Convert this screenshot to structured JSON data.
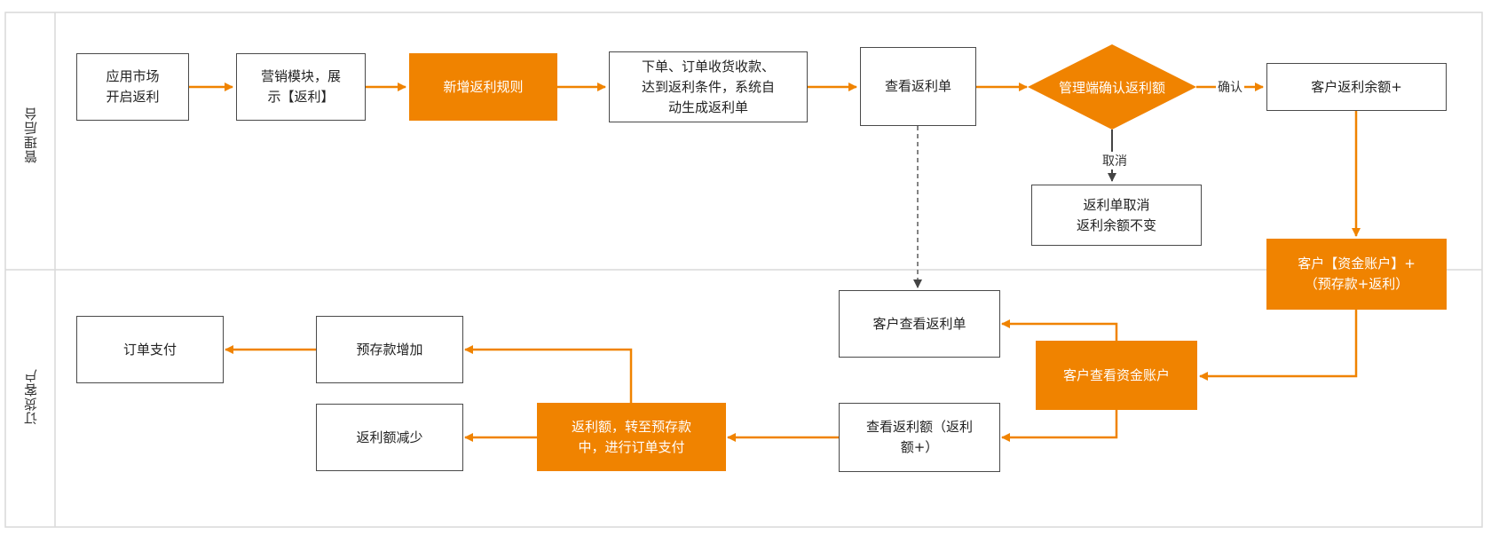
{
  "lanes": {
    "admin": "管理后台",
    "customer": "订货客户"
  },
  "nodes": {
    "n1": "应用市场\n开启返利",
    "n2": "营销模块，展\n示【返利】",
    "n3": "新增返利规则",
    "n4": "下单、订单收货收款、\n达到返利条件，系统自\n动生成返利单",
    "n5": "查看返利单",
    "n6": "管理端确认返利额",
    "n7": "客户返利余额+",
    "n8": "返利单取消\n返利余额不变",
    "n9": "客户【资金账户】+\n（预存款+返利）",
    "n10": "客户查看返利单",
    "n11": "客户查看资金账户",
    "n12": "查看返利额（返利\n额+）",
    "n13": "返利额，转至预存款\n中，进行订单支付",
    "n14": "预存款增加",
    "n15": "返利额减少",
    "n16": "订单支付"
  },
  "edge_labels": {
    "confirm": "确认",
    "cancel": "取消"
  },
  "colors": {
    "orange": "#f08300",
    "border": "#4a4a4a",
    "lane_line": "#d9d9d9",
    "dashed": "#777777"
  }
}
